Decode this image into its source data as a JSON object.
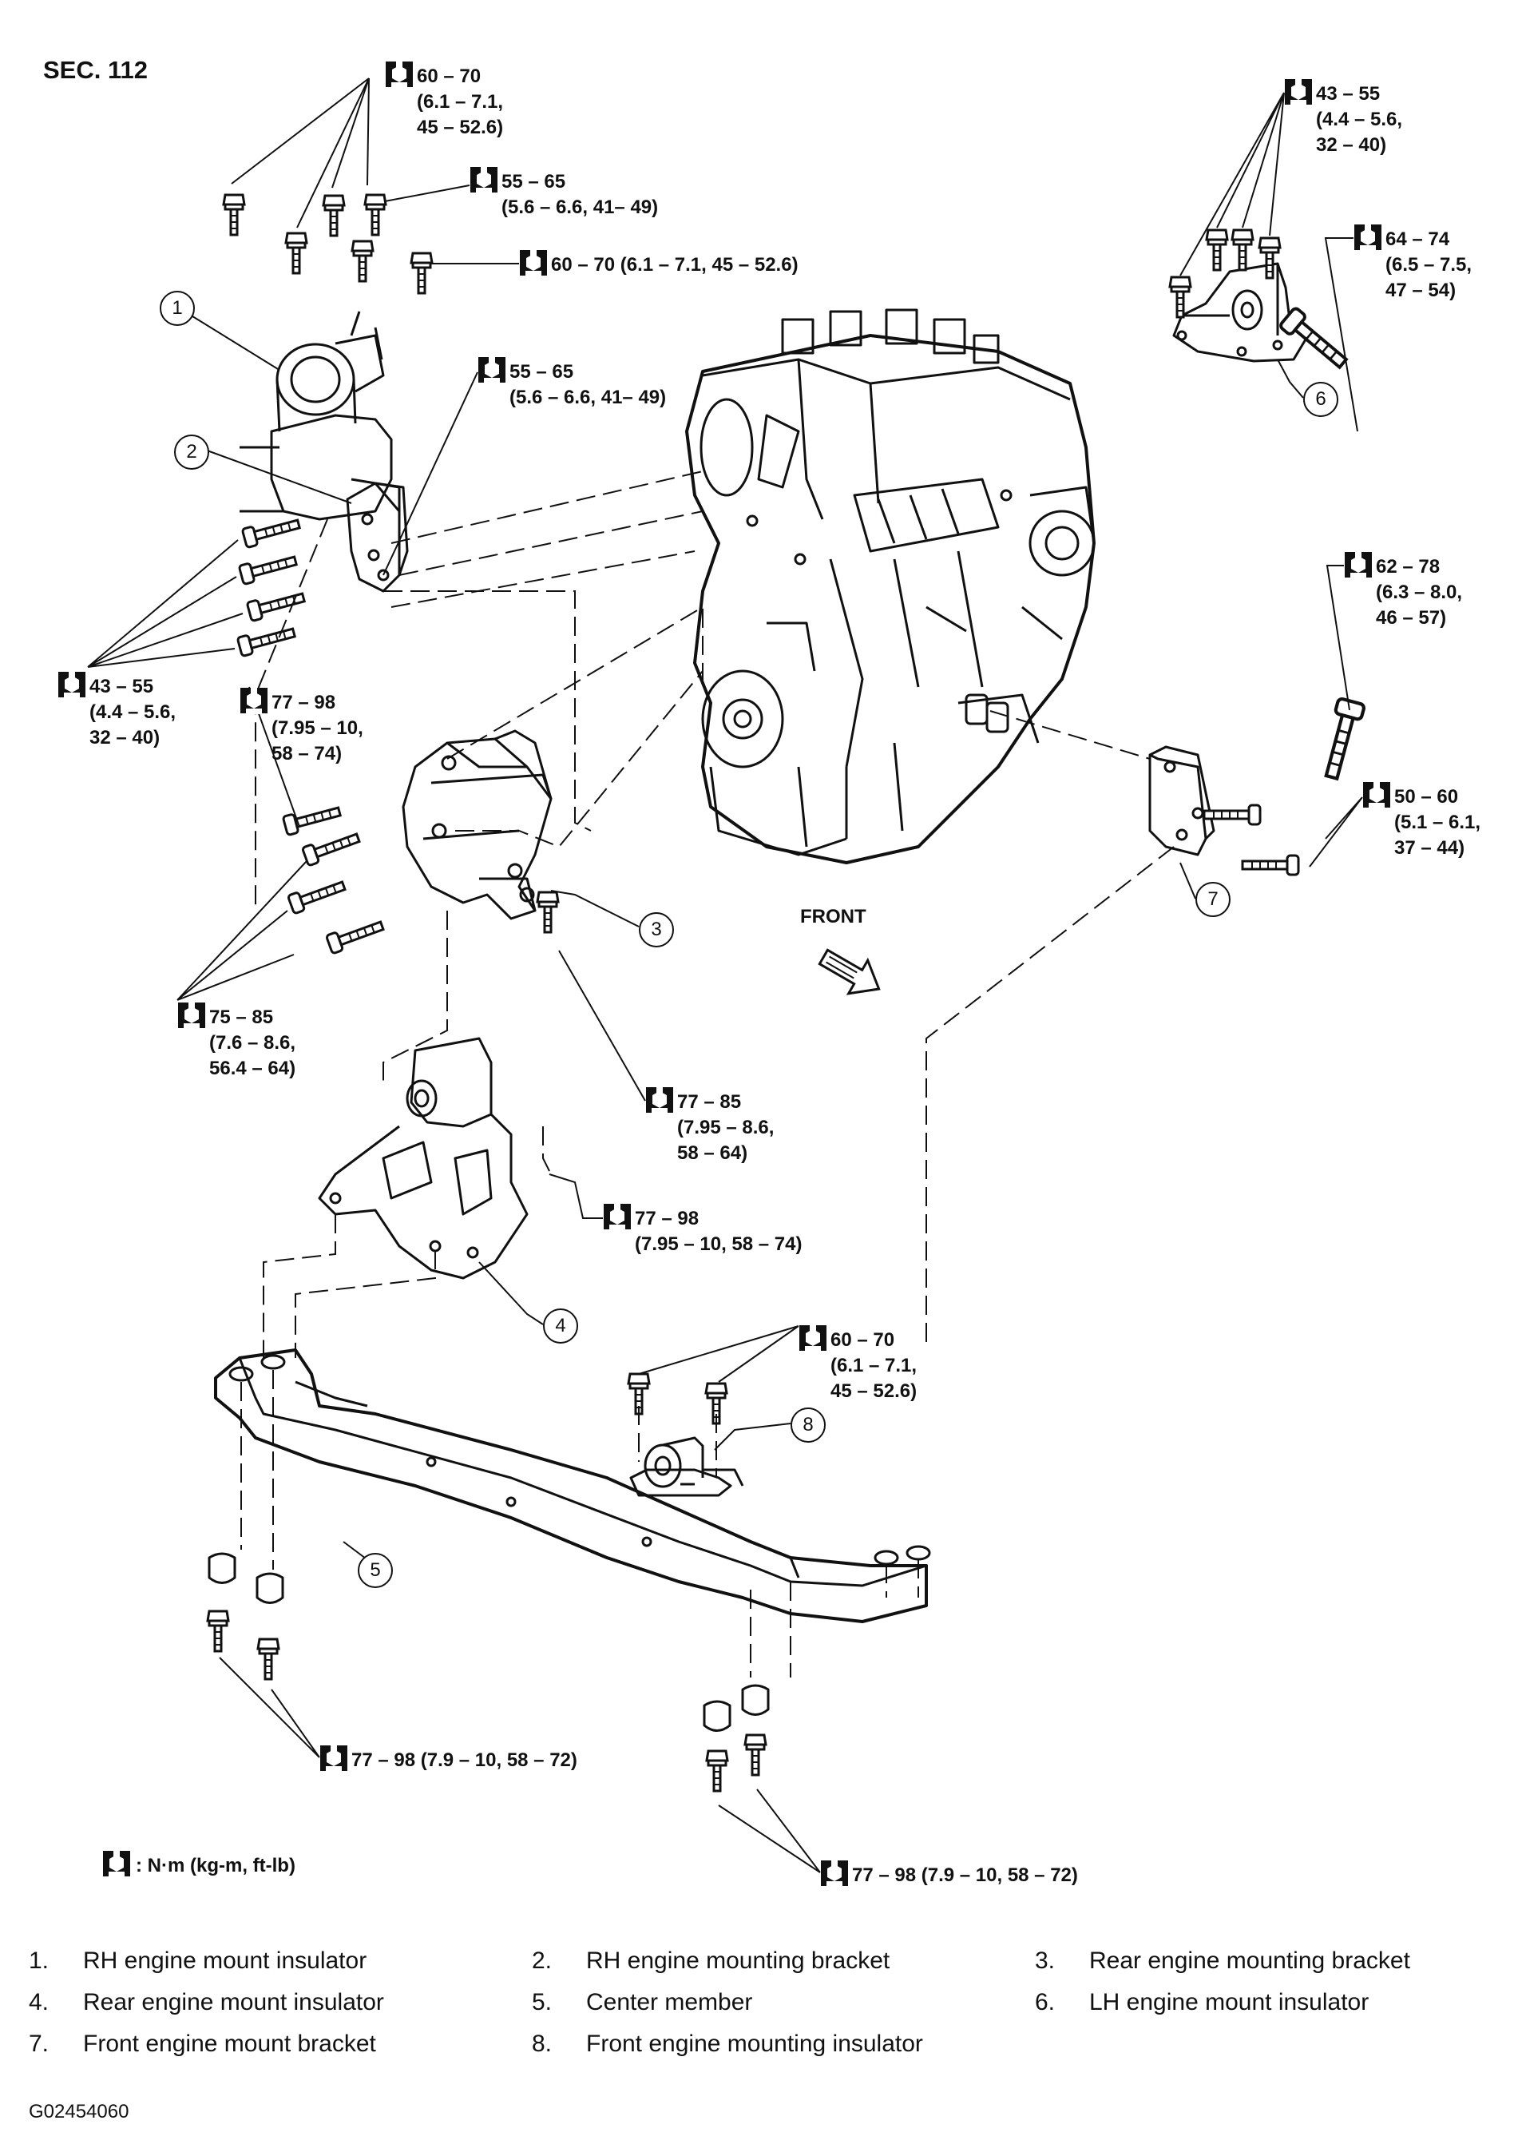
{
  "section": "SEC. 112",
  "torque_labels": [
    {
      "id": "t1",
      "lines": [
        "60 – 70",
        "(6.1 – 7.1,",
        "45 – 52.6)"
      ]
    },
    {
      "id": "t2",
      "lines": [
        "55 – 65",
        "(5.6 – 6.6, 41– 49)"
      ]
    },
    {
      "id": "t3",
      "lines": [
        "60 – 70 (6.1 – 7.1, 45 – 52.6)"
      ]
    },
    {
      "id": "t4",
      "lines": [
        "55 – 65",
        "(5.6 – 6.6, 41– 49)"
      ]
    },
    {
      "id": "t5",
      "lines": [
        "43 – 55",
        "(4.4 – 5.6,",
        "32 – 40)"
      ]
    },
    {
      "id": "t6",
      "lines": [
        "64 – 74",
        "(6.5 – 7.5,",
        "47 – 54)"
      ]
    },
    {
      "id": "t7",
      "lines": [
        "43 – 55",
        "(4.4 – 5.6,",
        "32 – 40)"
      ]
    },
    {
      "id": "t8",
      "lines": [
        "77 – 98",
        "(7.95 – 10,",
        "58 – 74)"
      ]
    },
    {
      "id": "t9",
      "lines": [
        "62 – 78",
        "(6.3 – 8.0,",
        "46 – 57)"
      ]
    },
    {
      "id": "t10",
      "lines": [
        "50 – 60",
        "(5.1 – 6.1,",
        "37 – 44)"
      ]
    },
    {
      "id": "t11",
      "lines": [
        "75 – 85",
        "(7.6 – 8.6,",
        "56.4 – 64)"
      ]
    },
    {
      "id": "t12",
      "lines": [
        "77 – 85",
        "(7.95 – 8.6,",
        "58 – 64)"
      ]
    },
    {
      "id": "t13",
      "lines": [
        "77 – 98",
        "(7.95 – 10, 58 – 74)"
      ]
    },
    {
      "id": "t14",
      "lines": [
        "60 – 70",
        "(6.1 – 7.1,",
        "45 – 52.6)"
      ]
    },
    {
      "id": "t15",
      "lines": [
        "77 – 98 (7.9 – 10, 58 – 72)"
      ]
    },
    {
      "id": "t16",
      "lines": [
        "77 – 98 (7.9 – 10, 58 – 72)"
      ]
    }
  ],
  "callouts": [
    "1",
    "2",
    "3",
    "4",
    "5",
    "6",
    "7",
    "8"
  ],
  "front_label": "FRONT",
  "unit_key": ": N·m (kg-m, ft-lb)",
  "legend": [
    {
      "num": "1.",
      "text": "RH engine mount insulator"
    },
    {
      "num": "2.",
      "text": "RH engine mounting bracket"
    },
    {
      "num": "3.",
      "text": "Rear engine mounting bracket"
    },
    {
      "num": "4.",
      "text": "Rear engine mount insulator"
    },
    {
      "num": "5.",
      "text": "Center member"
    },
    {
      "num": "6.",
      "text": "LH engine mount insulator"
    },
    {
      "num": "7.",
      "text": "Front engine mount bracket"
    },
    {
      "num": "8.",
      "text": "Front engine mounting insulator"
    }
  ],
  "figure_code": "G02454060"
}
